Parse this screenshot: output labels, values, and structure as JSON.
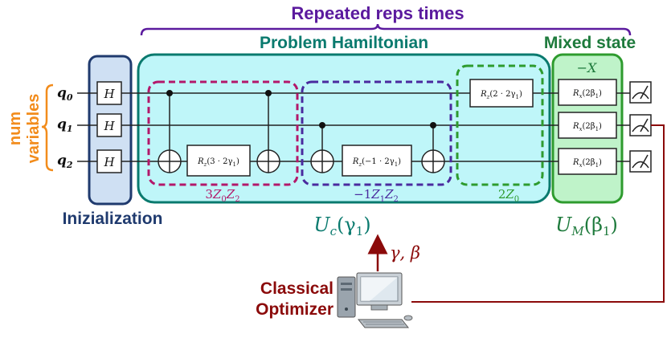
{
  "title": "Repeated reps times",
  "labels": {
    "problem_hamiltonian": "Problem Hamiltonian",
    "mixed_state": "Mixed state",
    "initialization": "Inizialization",
    "num_variables_line1": "num",
    "num_variables_line2": "variables",
    "optimizer_line1": "Classical",
    "optimizer_line2": "Optimizer",
    "params": "γ, β",
    "uc": "U",
    "uc_sub": "c",
    "uc_arg": "(γ",
    "uc_arg_sub": "1",
    "uc_close": ")",
    "um": "U",
    "um_sub": "M",
    "um_arg": "(β",
    "um_arg_sub": "1",
    "um_close": ")",
    "minus_x": "−X"
  },
  "qubits": [
    {
      "name": "q",
      "sub": "0"
    },
    {
      "name": "q",
      "sub": "1"
    },
    {
      "name": "q",
      "sub": "2"
    }
  ],
  "gates": {
    "hadamard": "H",
    "rz_02": "R",
    "rz_02_sub": "z",
    "rz_02_arg": "(3 · 2γ",
    "rz_02_arg_sub": "1",
    "rz_12": "R",
    "rz_12_sub": "z",
    "rz_12_arg": "(−1 · 2γ",
    "rz_12_arg_sub": "1",
    "rz_0": "R",
    "rz_0_sub": "z",
    "rz_0_arg": "(2 · 2γ",
    "rz_0_arg_sub": "1",
    "rx": "R",
    "rx_sub": "x",
    "rx_arg": "(2β",
    "rx_arg_sub": "1"
  },
  "terms": {
    "z0z2": {
      "coef": "3",
      "a": "Z",
      "a_sub": "0",
      "b": "Z",
      "b_sub": "2"
    },
    "z1z2": {
      "coef": "−1",
      "a": "Z",
      "a_sub": "1",
      "b": "Z",
      "b_sub": "2"
    },
    "z0": {
      "coef": "2",
      "a": "Z",
      "a_sub": "0"
    }
  },
  "colors": {
    "purple": "#5b1a9e",
    "teal": "#0a7a6e",
    "teal_fill": "#bff6f9",
    "green": "#2e9b2e",
    "green_fill": "#bff3c9",
    "green_dark": "#1e7a3c",
    "navy": "#1f3a6e",
    "blue_fill": "#cfe0f3",
    "magenta": "#b3186a",
    "dark_purple": "#4a2a9e",
    "orange": "#f28c1c",
    "dark_red": "#8b0a0a"
  }
}
